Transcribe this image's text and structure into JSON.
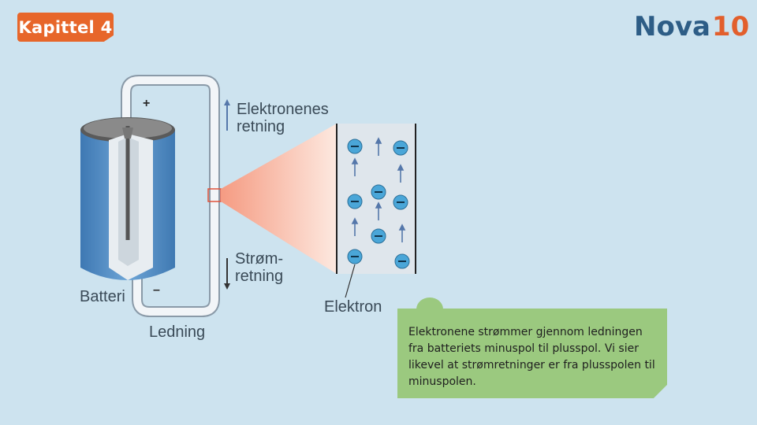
{
  "header": {
    "chapter_badge": "Kapittel 4",
    "logo_word": "Nova",
    "logo_number": "10"
  },
  "diagram": {
    "plus_sign": "+",
    "minus_sign": "–",
    "label_battery": "Batteri",
    "label_wire": "Ledning",
    "label_electron_dir_1": "Elektronenes",
    "label_electron_dir_2": "retning",
    "label_current_dir_1": "Strøm-",
    "label_current_dir_2": "retning",
    "label_electron": "Elektron",
    "electron_symbol": "–",
    "colors": {
      "arrow": "#5577aa",
      "electron": "#4aa6d8",
      "wire": "#f2f5f8",
      "magnifier": "#f5a38a",
      "battery_blue": "#5b93c8"
    }
  },
  "note": {
    "text": "Elektronene strømmer gjennom ledningen fra batteriets minuspol til plusspol. Vi sier likevel at strømretninger er fra plusspolen til minuspolen."
  }
}
